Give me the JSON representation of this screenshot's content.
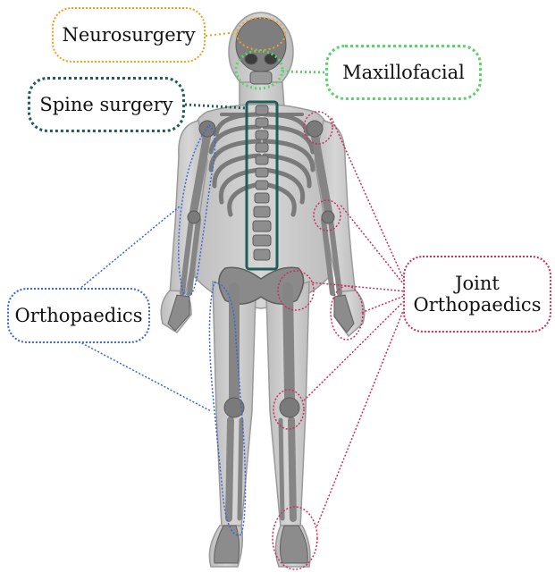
{
  "labels": {
    "neurosurgery": "Neurosurgery",
    "maxillofacial": "Maxillofacial",
    "spine_surgery": "Spine surgery",
    "orthopaedics": "Orthopaedics",
    "joint_line1": "Joint",
    "joint_line2": "Orthopaedics"
  },
  "colors": {
    "neurosurgery": "#f0a020",
    "maxillofacial": "#5ad36a",
    "spine_surgery": "#1f5e57",
    "orthopaedics": "#3a66d6",
    "joint_orthopaedics": "#c9305a",
    "skin": "#c8c8c8",
    "bone": "#8a8a8a"
  }
}
